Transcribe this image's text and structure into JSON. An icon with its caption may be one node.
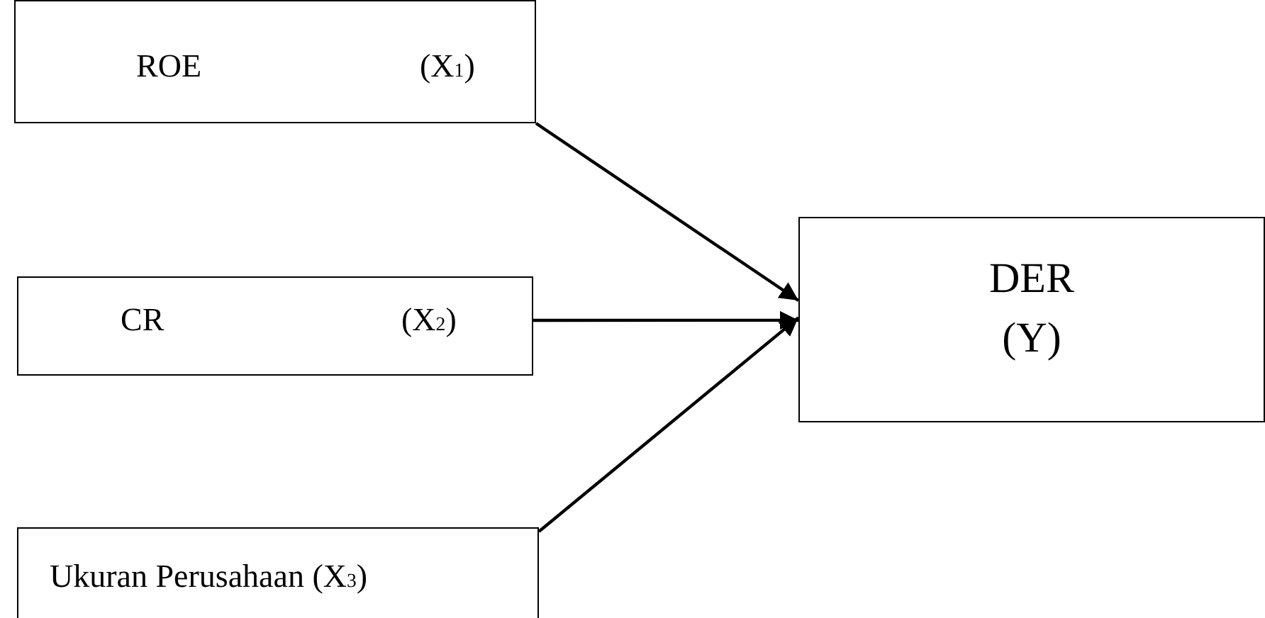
{
  "diagram": {
    "nodes": [
      {
        "text": [
          "ROE",
          "(X$_{1}$)"
        ]
      },
      {
        "text": [
          "CR",
          "(X$_{2}$)"
        ]
      },
      {
        "text": [
          "Ukuran Perusahaan (X$_{3}$)"
        ]
      },
      {
        "text": [
          "DER",
          "(Y)"
        ]
      }
    ],
    "edges": [
      {
        "from": 0,
        "to": 3,
        "arrow": "to"
      },
      {
        "from": 1,
        "to": 3,
        "arrow": "to"
      },
      {
        "from": 2,
        "to": 3,
        "arrow": "to"
      }
    ]
  }
}
